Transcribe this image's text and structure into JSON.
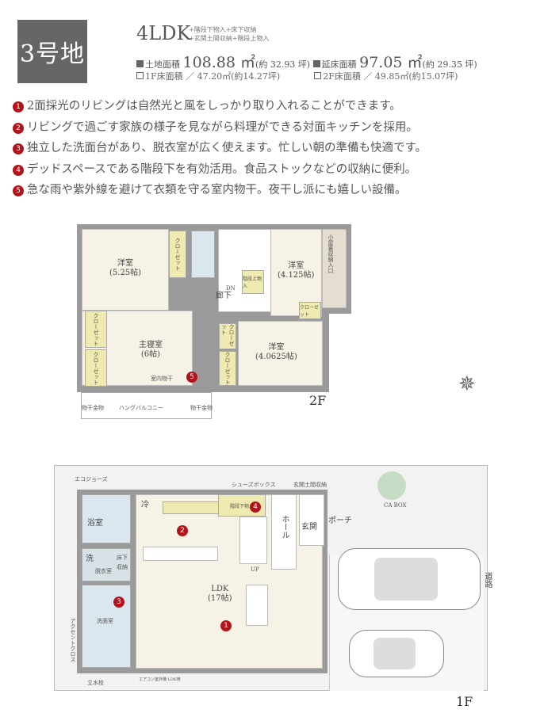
{
  "header": {
    "lot_name": "3号地",
    "layout_type": "4LDK",
    "extras": [
      "+階段下物入+床下収納",
      "+玄関土間収納+階段上物入"
    ],
    "land_area_label": "土地面積",
    "land_area_value": "108.88 ㎡",
    "land_area_tsubo": "(約 32.93 坪)",
    "total_floor_label": "延床面積",
    "total_floor_value": "97.05 ㎡",
    "total_floor_tsubo": "(約 29.35 坪)",
    "floor1_area": "1F床面積 ／ 47.20㎡(約14.27坪)",
    "floor2_area": "2F床面積 ／ 49.85㎡(約15.07坪)"
  },
  "points": [
    {
      "num": "1",
      "text": "2面採光のリビングは自然光と風をしっかり取り入れることができます。"
    },
    {
      "num": "2",
      "text": "リビングで過ごす家族の様子を見ながら料理ができる対面キッチンを採用。"
    },
    {
      "num": "3",
      "text": "独立した洗面台があり、脱衣室が広く使えます。忙しい朝の準備も快適です。"
    },
    {
      "num": "4",
      "text": "デッドスペースである階段下を有効活用。食品ストックなどの収納に便利。"
    },
    {
      "num": "5",
      "text": "急な雨や紫外線を避けて衣類を守る室内物干。夜干し派にも嬉しい設備。"
    }
  ],
  "floor2": {
    "label": "2F",
    "rooms": {
      "r1": "洋室",
      "r1_size": "(5.25帖)",
      "r2": "洋室",
      "r2_size": "(4.125帖)",
      "master": "主寝室",
      "master_size": "(6帖)",
      "r3": "洋室",
      "r3_size": "(4.0625帖)",
      "hall": "廊下",
      "dn": "DN",
      "closet": "クローゼット",
      "upper_storage": "階段上物入",
      "attic": "小屋裏収納入口",
      "drying": "室内物干",
      "balcony": "ハングバルコニー",
      "hanger": "物干金物"
    }
  },
  "floor1": {
    "label": "1F",
    "rooms": {
      "bath": "浴室",
      "wash": "洗",
      "dressing": "脱衣室",
      "under_floor": "床下収納",
      "washroom": "洗面室",
      "fridge": "冷",
      "under_stair": "階段下物入",
      "ldk": "LDK",
      "ldk_size": "(17帖)",
      "up": "UP",
      "hall": "ホール",
      "entrance": "玄関",
      "porch": "ポーチ",
      "shoebox": "シューズボックス",
      "entrance_storage": "玄関土間収納",
      "accent": "アクセントクロス",
      "ecojoze": "エコジョーズ",
      "faucet": "立水栓",
      "aircon": "エアコン室外機 LDK用",
      "cabox": "CA BOX",
      "road": "道路"
    }
  },
  "colors": {
    "badge": "#666666",
    "marker": "#b3131b",
    "closet": "#efeab0",
    "wet": "#dbe7ee"
  }
}
